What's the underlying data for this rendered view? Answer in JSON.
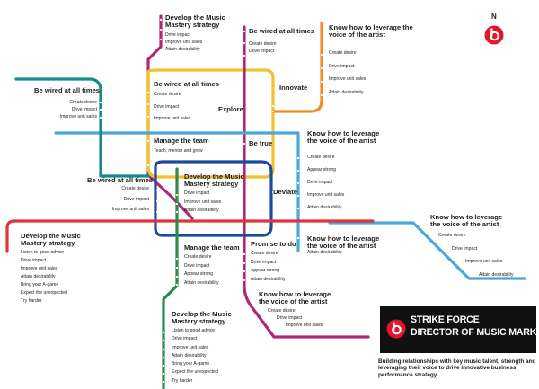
{
  "colors": {
    "magenta": "#b0277a",
    "yellow": "#f3c22a",
    "orange": "#f28b22",
    "cyan": "#4aa8d8",
    "teal": "#188a8c",
    "navy": "#1c4b9c",
    "red": "#e2323a",
    "green": "#2f8a4a",
    "brand_red": "#e2152a",
    "brand_black": "#111111"
  },
  "north": "N",
  "brand": {
    "line1": "STRIKE FORCE",
    "line2": "DIRECTOR OF MUSIC MARKETING",
    "tagline": "Building relationships with key music talent, strength and leveraging their voice to drive innovative business performance strategy",
    "logo_icon": "beats-logo-icon"
  },
  "labels": {
    "develop_top": "Develop the Music Mastery strategy",
    "develop_top_items": [
      "Drive impact",
      "Improve unit sales",
      "Attain desirability"
    ],
    "wired_top": "Be wired at all times",
    "wired_top_items": [
      "Create desire",
      "Drive impact"
    ],
    "know_top": "Know how to leverage the voice of the artist",
    "know_top_items": [
      "Create desire",
      "Drive impact",
      "Improve unit sales",
      "Attain desirability"
    ],
    "wired_left": "Be wired at all times",
    "wired_left_items": [
      "Create desire",
      "Drive impact",
      "Improve unit sales"
    ],
    "wired_mid": "Be wired at all times",
    "wired_mid_items": [
      "Create desire",
      "Drive impact",
      "Improve unit sales"
    ],
    "innovate": "Innovate",
    "explore": "Explore",
    "manage_top": "Manage the team",
    "manage_top_items": [
      "Teach, mentor and grow"
    ],
    "be_true": "Be true",
    "know_mid": "Know how to leverage the voice of the artist",
    "know_mid_items": [
      "Create desire",
      "Appear strong",
      "Drive impact",
      "Improve unit sales",
      "Attain desirability"
    ],
    "wired_low": "Be wired at all times",
    "wired_low_items": [
      "Create desire",
      "Drive impact",
      "Improve unit sales"
    ],
    "develop_mid": "Develop the Music Mastery strategy",
    "develop_mid_items": [
      "Drive impact",
      "Improve unit sales",
      "Attain desirability"
    ],
    "deviate": "Deviate",
    "know_right": "Know how to leverage the voice of the artist",
    "know_right_items": [
      "Create desire",
      "Drive impact",
      "Improve unit sales",
      "Attain desirability"
    ],
    "develop_left": "Develop the Music Mastery strategy",
    "develop_left_items": [
      "Listen to good advice",
      "Drive impact",
      "Improve unit sales",
      "Attain desirability",
      "Bring your A-game",
      "Expect the unexpected",
      "Try harder"
    ],
    "manage_low": "Manage the team",
    "manage_low_items": [
      "Create desire",
      "Drive impact",
      "Appear strong",
      "Attain desirability"
    ],
    "promise": "Promise to do",
    "promise_items": [
      "Create desire",
      "Drive impact",
      "Appear strong",
      "Attain desirability"
    ],
    "know_center": "Know how to leverage the voice of the artist",
    "know_center_items": [
      "Attain desirability"
    ],
    "know_bottom": "Know how to leverage the voice of the artist",
    "know_bottom_items": [
      "Create desire",
      "Drive impact",
      "Improve unit sales"
    ],
    "develop_bottom": "Develop the Music Mastery strategy",
    "develop_bottom_items": [
      "Listen to good advice",
      "Drive impact",
      "Improve unit sales",
      "Attain desirability",
      "Bring your A-game",
      "Expect the unexpected",
      "Try harder"
    ]
  }
}
